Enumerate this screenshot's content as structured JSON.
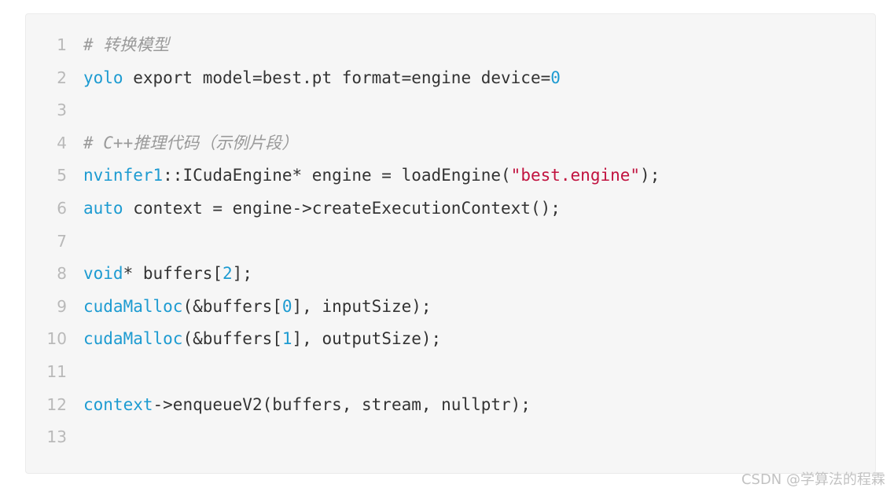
{
  "code_block": {
    "lines": [
      {
        "number": "1",
        "tokens": [
          {
            "type": "comment",
            "text": "# 转换模型"
          }
        ]
      },
      {
        "number": "2",
        "tokens": [
          {
            "type": "kw",
            "text": "yolo"
          },
          {
            "type": "plain",
            "text": " export model=best.pt format=engine device="
          },
          {
            "type": "num",
            "text": "0"
          }
        ]
      },
      {
        "number": "3",
        "tokens": []
      },
      {
        "number": "4",
        "tokens": [
          {
            "type": "comment",
            "text": "# C++推理代码（示例片段）"
          }
        ]
      },
      {
        "number": "5",
        "tokens": [
          {
            "type": "kw",
            "text": "nvinfer1"
          },
          {
            "type": "plain",
            "text": "::ICudaEngine* engine = loadEngine("
          },
          {
            "type": "str",
            "text": "\"best.engine\""
          },
          {
            "type": "plain",
            "text": ");"
          }
        ]
      },
      {
        "number": "6",
        "tokens": [
          {
            "type": "kw",
            "text": "auto"
          },
          {
            "type": "plain",
            "text": " context = engine->createExecutionContext();"
          }
        ]
      },
      {
        "number": "7",
        "tokens": []
      },
      {
        "number": "8",
        "tokens": [
          {
            "type": "kw",
            "text": "void"
          },
          {
            "type": "plain",
            "text": "* buffers["
          },
          {
            "type": "num",
            "text": "2"
          },
          {
            "type": "plain",
            "text": "];"
          }
        ]
      },
      {
        "number": "9",
        "tokens": [
          {
            "type": "kw",
            "text": "cudaMalloc"
          },
          {
            "type": "plain",
            "text": "(&buffers["
          },
          {
            "type": "num",
            "text": "0"
          },
          {
            "type": "plain",
            "text": "], inputSize);"
          }
        ]
      },
      {
        "number": "10",
        "tokens": [
          {
            "type": "kw",
            "text": "cudaMalloc"
          },
          {
            "type": "plain",
            "text": "(&buffers["
          },
          {
            "type": "num",
            "text": "1"
          },
          {
            "type": "plain",
            "text": "], outputSize);"
          }
        ]
      },
      {
        "number": "11",
        "tokens": []
      },
      {
        "number": "12",
        "tokens": [
          {
            "type": "kw",
            "text": "context"
          },
          {
            "type": "plain",
            "text": "->enqueueV2(buffers, stream, nullptr);"
          }
        ]
      },
      {
        "number": "13",
        "tokens": []
      }
    ]
  },
  "watermark": "CSDN @学算法的程霖",
  "colors": {
    "background": "#f6f6f6",
    "keyword": "#1d9bd1",
    "string": "#c1123f",
    "comment": "#9a9a9a",
    "text": "#333333",
    "line_number": "#b9b9b9"
  }
}
